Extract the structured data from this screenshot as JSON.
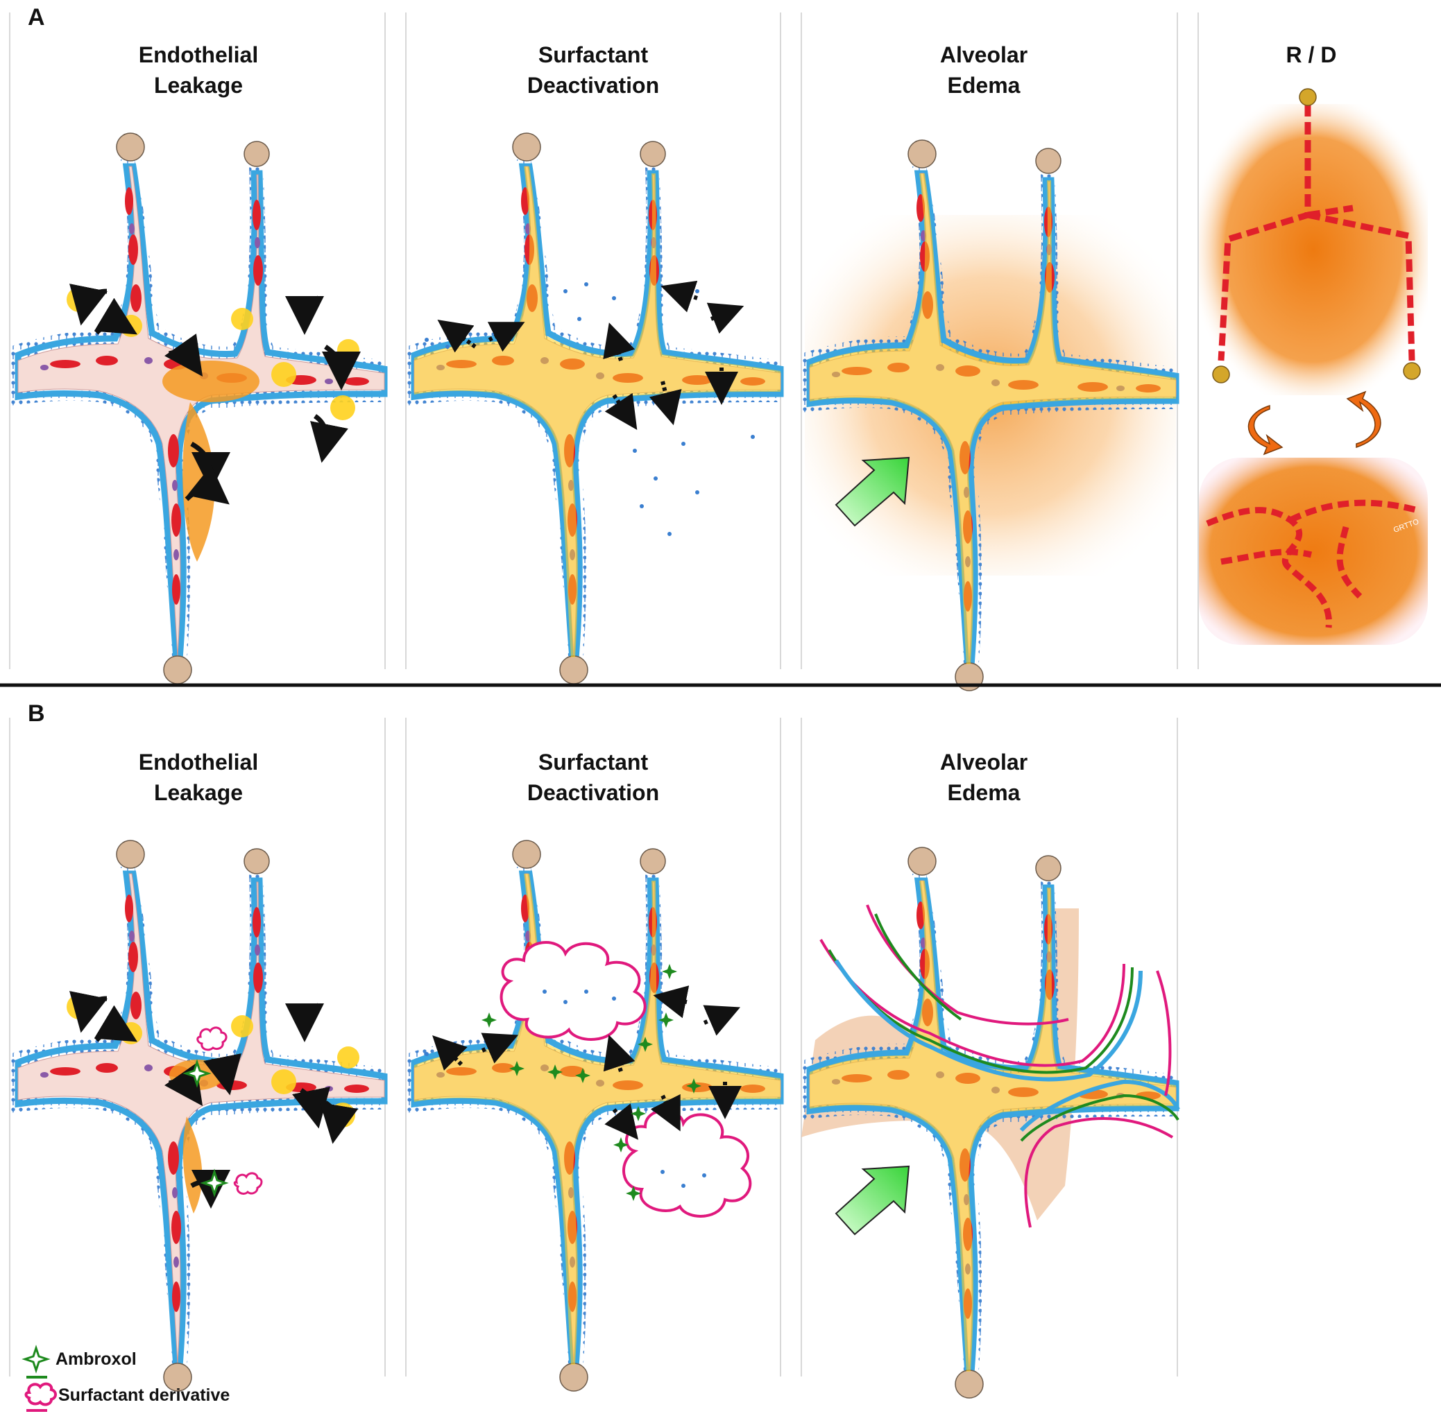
{
  "section_a": {
    "label": "A",
    "panels": [
      {
        "title_line1": "Endothelial",
        "title_line2": "Leakage"
      },
      {
        "title_line1": "Surfactant",
        "title_line2": "Deactivation"
      },
      {
        "title_line1": "Alveolar",
        "title_line2": "Edema"
      },
      {
        "title_line1": "R / D",
        "title_line2": ""
      }
    ]
  },
  "section_b": {
    "label": "B",
    "panels": [
      {
        "title_line1": "Endothelial",
        "title_line2": "Leakage"
      },
      {
        "title_line1": "Surfactant",
        "title_line2": "Deactivation"
      },
      {
        "title_line1": "Alveolar",
        "title_line2": "Edema"
      }
    ]
  },
  "legend": {
    "ambroxol": "Ambroxol",
    "surfactant_derivative": "Surfactant derivative"
  },
  "signature": "GRTTO",
  "colors": {
    "epithelium": "#3aa6e0",
    "surfactant_dots": "#3a7fd0",
    "capillary": "#f6dcd6",
    "erythrocyte": "#e0202a",
    "nucleus": "#8a5aa8",
    "leak_yellow": "#ffd21f",
    "edema_orange": "#f59a22",
    "ambroxol_green": "#1e8a1e",
    "derivative_magenta": "#e0197d",
    "arrow_green": "#5fe85a",
    "cell_body": "#d8b89a"
  },
  "icons": {
    "leak_arrow": "curved-black-arrow-icon",
    "efflux_arrow": "dashed-black-arrow-icon",
    "ambroxol_marker": "four-point-star-icon",
    "derivative_marker": "cloud-outline-icon",
    "pressure_arrow": "green-block-arrow-icon",
    "cycle_arrow": "orange-curved-arrow-icon"
  }
}
